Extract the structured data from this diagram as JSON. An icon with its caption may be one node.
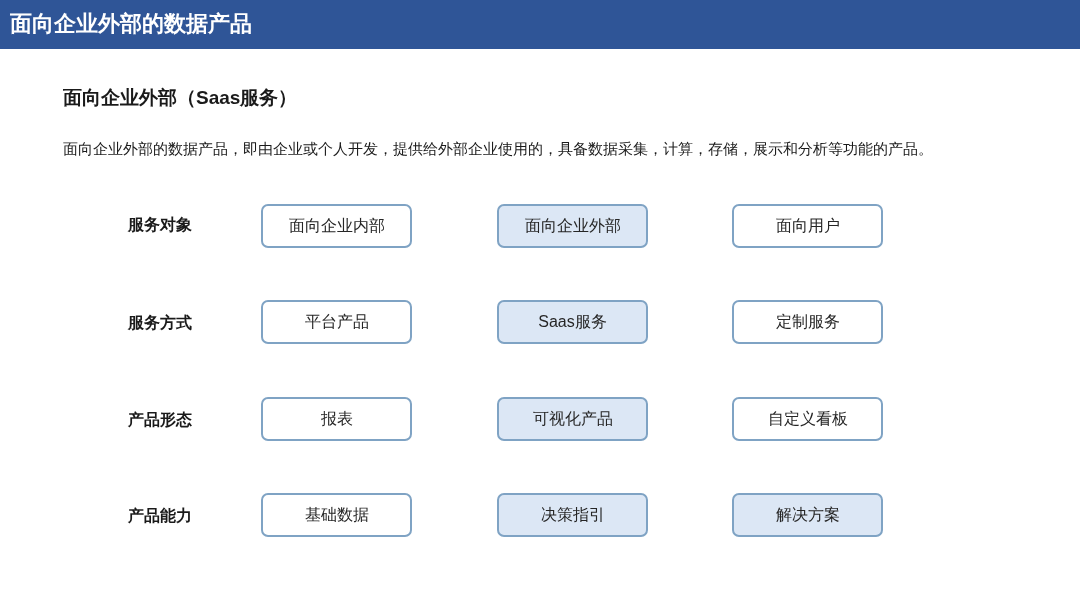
{
  "diagram": {
    "title": "面向企业外部的数据产品",
    "nodes": [
      {
        "text": [
          "面向企业内部"
        ]
      },
      {
        "text": [
          "面向企业外部"
        ]
      },
      {
        "text": [
          "面向用户"
        ]
      },
      {
        "text": [
          "平台产品"
        ]
      },
      {
        "text": [
          "Saas服务"
        ]
      },
      {
        "text": [
          "定制服务"
        ]
      },
      {
        "text": [
          "报表"
        ]
      },
      {
        "text": [
          "可视化产品"
        ]
      },
      {
        "text": [
          "自定义看板"
        ]
      },
      {
        "text": [
          "基础数据"
        ]
      },
      {
        "text": [
          "决策指引"
        ]
      },
      {
        "text": [
          "解决方案"
        ]
      }
    ],
    "labels": [
      "面向企业外部（Saas服务）",
      "面向企业外部的数据产品，即由企业或个人开发，提供给外部企业使用的，具备数据采集，计算，存储，展示和分析等功能的产品。",
      "服务对象",
      "服务方式",
      "产品形态",
      "产品能力"
    ]
  }
}
